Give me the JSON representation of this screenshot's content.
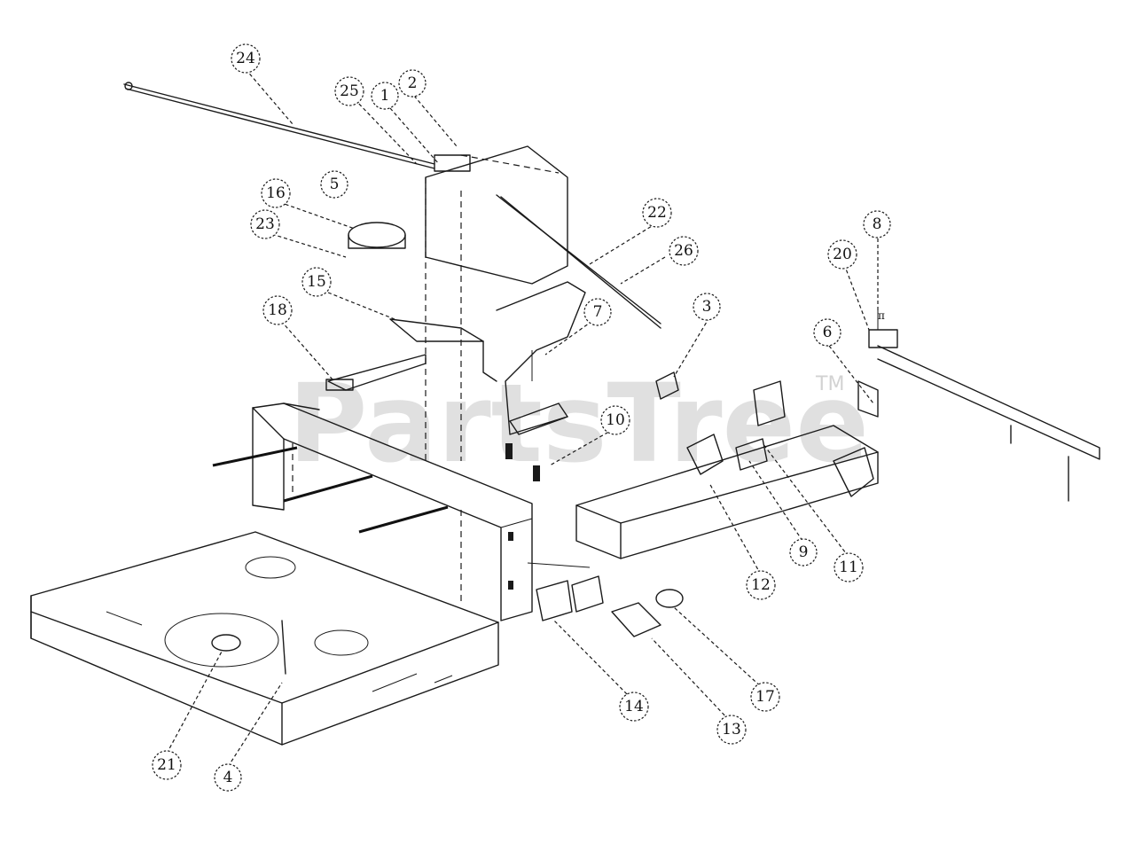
{
  "watermark": {
    "text": "PartsTree",
    "trademark": "TM"
  },
  "callouts": [
    {
      "label": "24"
    },
    {
      "label": "25"
    },
    {
      "label": "1"
    },
    {
      "label": "2"
    },
    {
      "label": "5"
    },
    {
      "label": "16"
    },
    {
      "label": "23"
    },
    {
      "label": "22"
    },
    {
      "label": "26"
    },
    {
      "label": "8"
    },
    {
      "label": "20"
    },
    {
      "label": "15"
    },
    {
      "label": "7"
    },
    {
      "label": "3"
    },
    {
      "label": "6"
    },
    {
      "label": "18"
    },
    {
      "label": "10"
    },
    {
      "label": "12"
    },
    {
      "label": "9"
    },
    {
      "label": "11"
    },
    {
      "label": "14"
    },
    {
      "label": "17"
    },
    {
      "label": "13"
    },
    {
      "label": "21"
    },
    {
      "label": "4"
    }
  ],
  "colors": {
    "line": "#1a1a1a",
    "watermark": "#c8c8c8",
    "background": "#ffffff"
  }
}
